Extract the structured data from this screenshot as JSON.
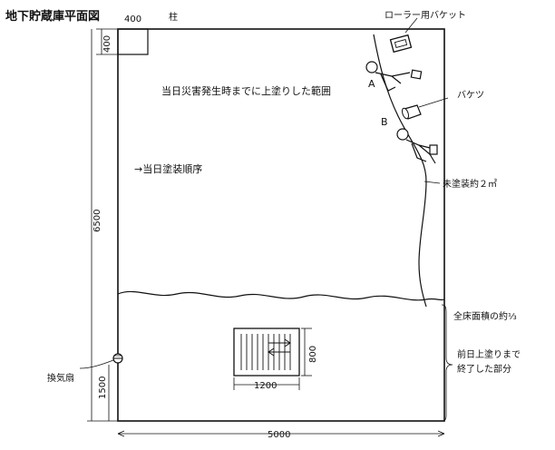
{
  "title": "地下貯蔵庫平面図",
  "labels": {
    "column_size": "400",
    "column_label": "柱",
    "column_side": "400",
    "roller_bucket": "ローラー用バケット",
    "painted_area": "当日災害発生時までに上塗りした範囲",
    "worker_a": "A",
    "worker_b": "B",
    "bucket": "バケツ",
    "paint_order": "→当日塗装順序",
    "unpainted": "未塗装約２㎡",
    "height_total": "6500",
    "floor_ratio": "全床面積の約⅓",
    "prev_day_line1": "前日上塗りまで",
    "prev_day_line2": "終了した部分",
    "fan_label": "換気扇",
    "fan_height": "1500",
    "hatch_height": "800",
    "hatch_width": "1200",
    "width_total": "5000"
  }
}
